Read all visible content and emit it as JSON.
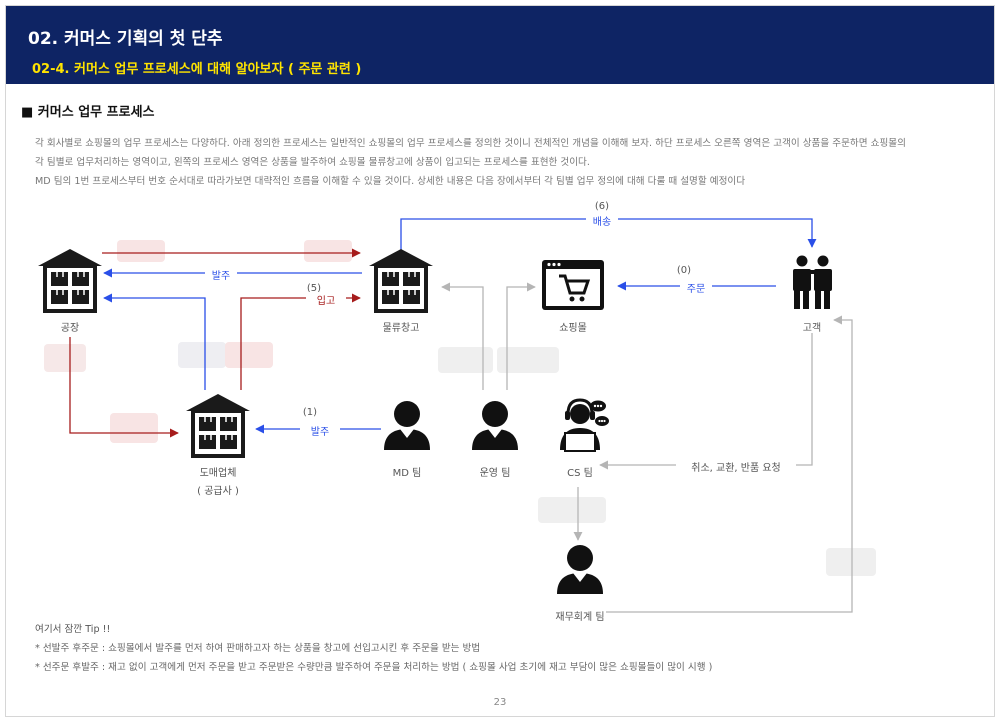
{
  "header": {
    "title": "02. 커머스 기획의 첫 단추",
    "subtitle": "02-4. 커머스 업무 프로세스에 대해 알아보자 ( 주문 관련 )"
  },
  "section_title": "■ 커머스 업무 프로세스",
  "intro": [
    "각 회사별로 쇼핑몰의 업무 프로세스는 다양하다. 아래 정의한 프로세스는 일반적인 쇼핑몰의 업무 프로세스를 정의한 것이니 전체적인 개념을 이해해 보자. 하단 프로세스 오른쪽 영역은 고객이 상품을 주문하면 쇼핑몰의",
    "각 팀별로 업무처리하는 영역이고, 왼쪽의 프로세스 영역은 상품을 발주하여 쇼핑몰 물류창고에 상품이 입고되는 프로세스를 표현한 것이다.",
    "MD 팀의 1번 프로세스부터 번호 순서대로 따라가보면 대략적인 흐름을 이해할 수 있을 것이다. 상세한 내용은 다음 장에서부터 각 팀별 업무 정의에 대해 다룰 때 설명할 예정이다"
  ],
  "nodes": {
    "factory": "공장",
    "warehouse": "물류창고",
    "shop": "쇼핑몰",
    "customer": "고객",
    "wholesaler": "도매업체",
    "wholesaler_sub": "( 공급사 )",
    "md_team": "MD 팀",
    "ops_team": "운영 팀",
    "cs_team": "CS 팀",
    "finance_team": "재무회계 팀"
  },
  "edges": {
    "delivery_num": "(6)",
    "delivery": "배송",
    "order_num": "(0)",
    "order": "주문",
    "po_top": "발주",
    "receive_num": "(5)",
    "receive": "입고",
    "po_md_num": "(1)",
    "po_md": "발주",
    "cs_request": "취소, 교환, 반품 요청"
  },
  "tips": {
    "title": "여기서 잠깐 Tip !!",
    "items": [
      "* 선발주 후주문 : 쇼핑몰에서 발주를 먼저 하여 판매하고자 하는 상품을 창고에 선입고시킨 후 주문을 받는 방법",
      "* 선주문 후발주 : 재고 없이 고객에게 먼저 주문을 받고 주문받은 수량만큼 발주하여 주문을 처리하는 방법 ( 쇼핑몰 사업 초기에 재고 부담이 많은 쇼핑몰들이 많이 시행 )"
    ]
  },
  "page_number": "23",
  "colors": {
    "header_bg": "#0e2464",
    "subtitle": "#ffe400",
    "blue_arrow": "#2a4fe8",
    "red_arrow": "#a61c1c",
    "gray_arrow": "#b5b5b5"
  }
}
